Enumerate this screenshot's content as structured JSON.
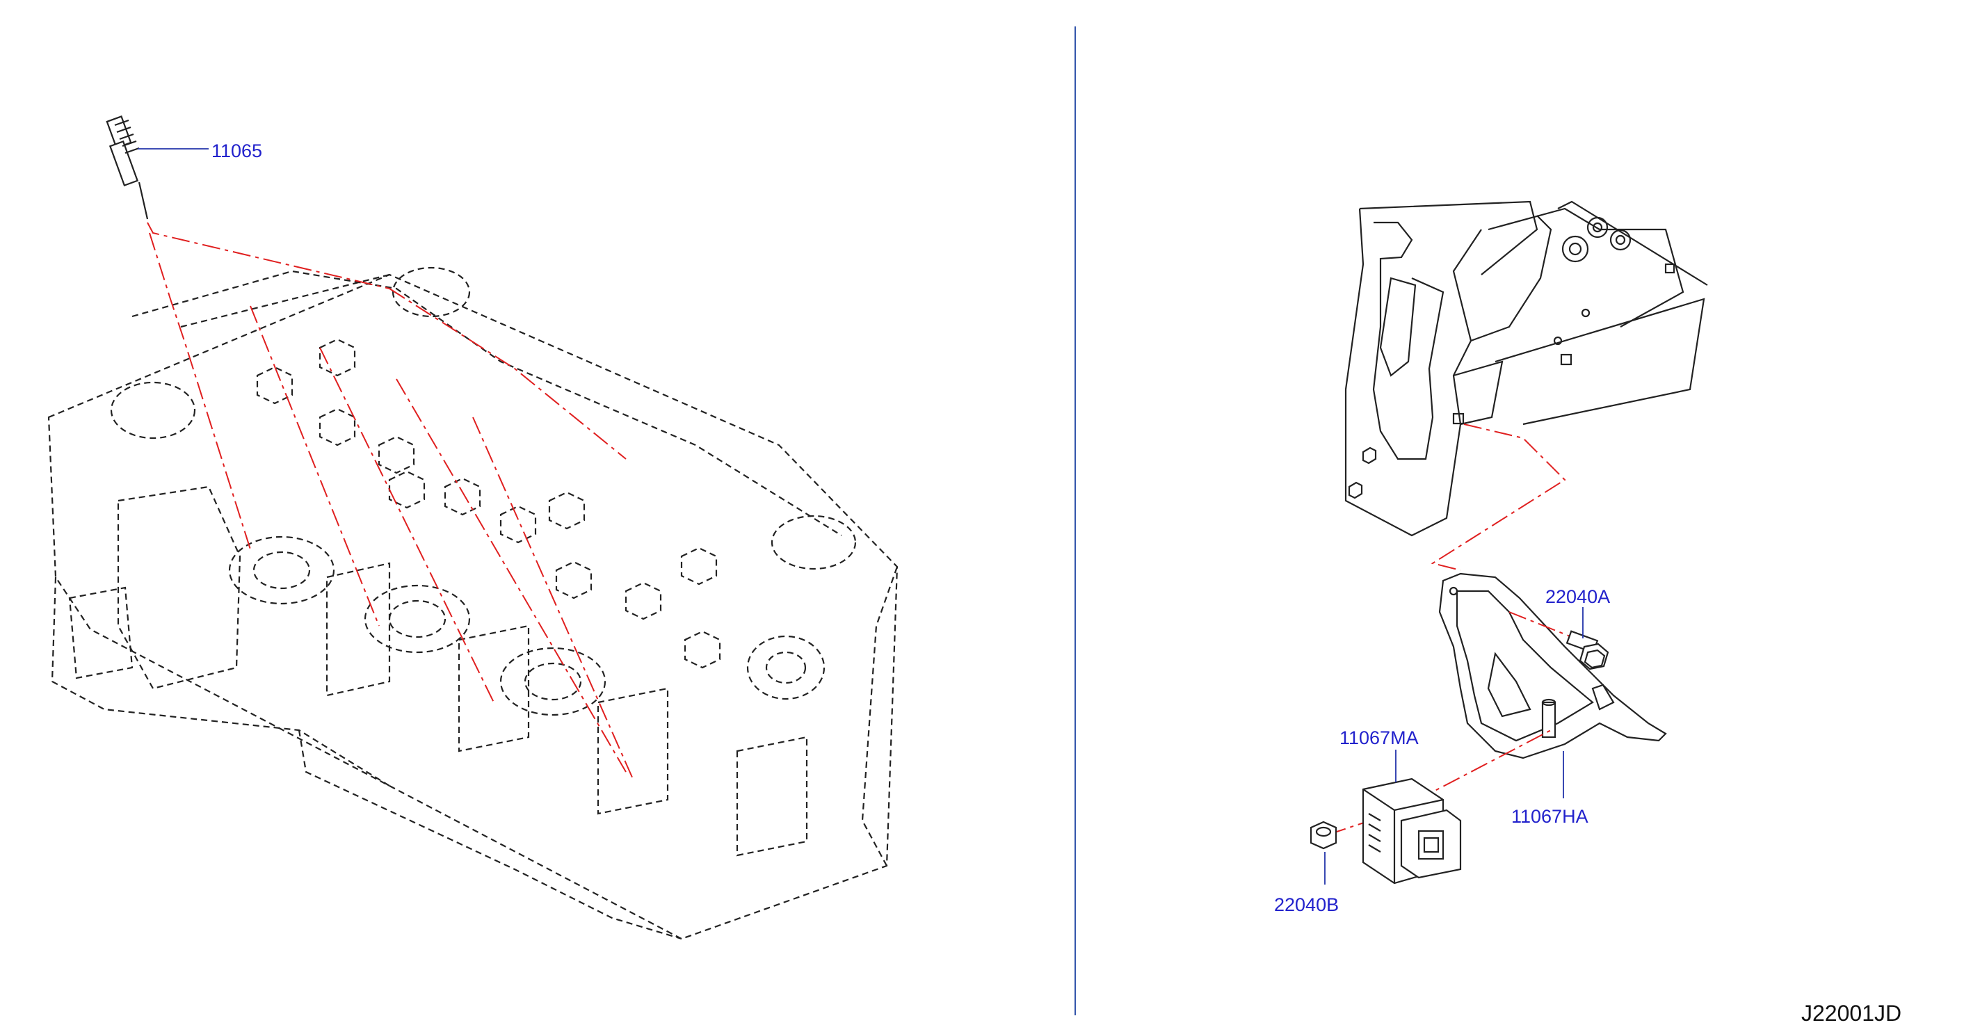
{
  "callouts": {
    "glow_plug": "11065",
    "bolt": "22040A",
    "nut": "22040B",
    "controller": "11067MA",
    "bracket": "11067HA"
  },
  "drawing_code": "J22001JD",
  "colors": {
    "callout_text": "#2222cc",
    "leader_line": "#2233aa",
    "phantom_line": "#e02020",
    "divider": "#3355aa",
    "linework": "#222222"
  }
}
